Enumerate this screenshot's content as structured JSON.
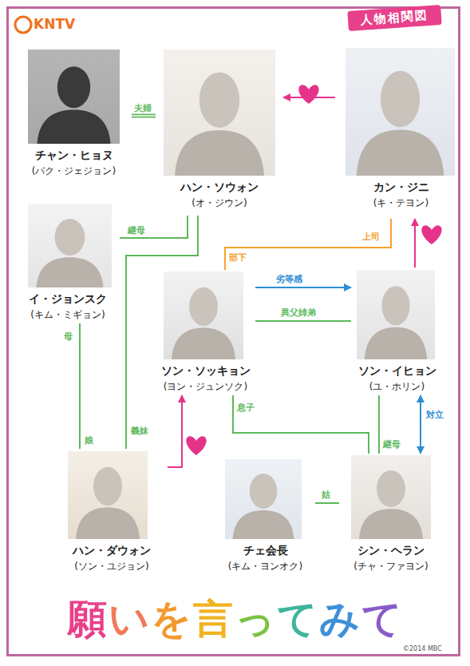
{
  "diagram": {
    "title": "願いを言ってみて",
    "nodes": [
      {
        "text": [
          "チャン・ヒョヌ",
          "(パク・ジェジョン)"
        ]
      },
      {
        "text": [
          "ハン・ソウォン",
          "(オ・ジウン)"
        ]
      },
      {
        "text": [
          "カン・ジニ",
          "(キ・テヨン)"
        ]
      },
      {
        "text": [
          "イ・ジョンスク",
          "(キム・ミギョン)"
        ]
      },
      {
        "text": [
          "ソン・ソッキョン",
          "(ヨン・ジュンソク)"
        ]
      },
      {
        "text": [
          "ソン・イヒョン",
          "(ユ・ホリン)"
        ]
      },
      {
        "text": [
          "ハン・ダウォン",
          "(ソン・ユジョン)"
        ]
      },
      {
        "text": [
          "チェ会長",
          "(キム・ヨンオク)"
        ]
      },
      {
        "text": [
          "シン・ヘラン",
          "(チャ・ファヨン)"
        ]
      }
    ],
    "edges": [
      {
        "from": 0,
        "to": 1,
        "label": "夫婦",
        "arrow": "none"
      },
      {
        "from": 2,
        "to": 1,
        "arrow": "to"
      },
      {
        "from": 3,
        "to": 1,
        "label": "継母",
        "arrow": "none"
      },
      {
        "from": 4,
        "to": 2,
        "label": "部下",
        "arrow": "none"
      },
      {
        "from": 4,
        "to": 5,
        "label": "劣等感",
        "arrow": "to"
      },
      {
        "from": 4,
        "to": 5,
        "label": "異父姉弟",
        "arrow": "none"
      },
      {
        "from": 5,
        "to": 2,
        "arrow": "to"
      },
      {
        "from": 6,
        "to": 4,
        "arrow": "to"
      },
      {
        "from": 3,
        "to": 6,
        "label": "母",
        "arrow": "none"
      },
      {
        "from": 1,
        "to": 6,
        "label": "義妹",
        "arrow": "none"
      },
      {
        "from": 4,
        "to": 8,
        "label": "息子",
        "arrow": "none"
      },
      {
        "from": 5,
        "to": 8,
        "label": "継母",
        "arrow": "none"
      },
      {
        "from": 5,
        "to": 8,
        "label": "対立",
        "arrow": "both"
      },
      {
        "from": 7,
        "to": 8,
        "label": "姑",
        "arrow": "none"
      }
    ],
    "labels": [
      "KNTV",
      "人物相関図",
      "上司",
      "娘",
      "©2014 MBC"
    ]
  }
}
